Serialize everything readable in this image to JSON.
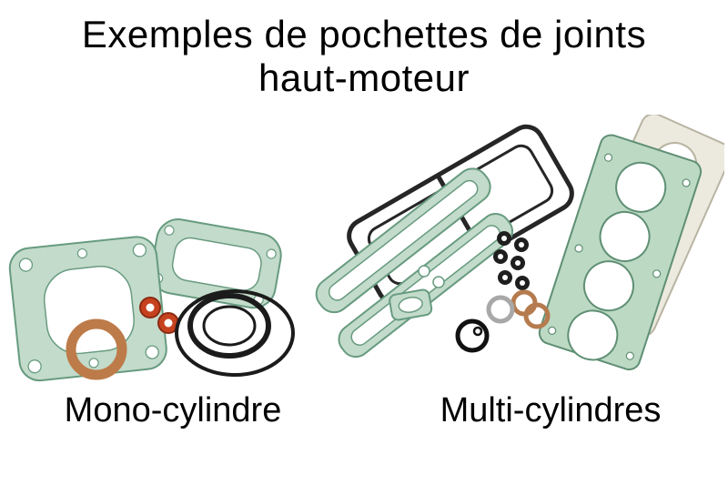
{
  "title": {
    "line1": "Exemples de pochettes de joints",
    "line2": "haut-moteur"
  },
  "figures": {
    "mono": {
      "caption": "Mono-cylindre",
      "image_name": "mono-cylinder-gasket-set"
    },
    "multi": {
      "caption": "Multi-cylindres",
      "image_name": "multi-cylinder-gasket-set"
    }
  },
  "colors": {
    "background": "#ffffff",
    "text": "#000000",
    "gasket_green_fill": "#c3dbca",
    "gasket_green_line": "#679b80",
    "gasket_beige_fill": "#eceadf",
    "gasket_beige_line": "#b9b4a2",
    "copper": "#bd7b49",
    "red_seal": "#c6421f",
    "black_rubber": "#1b1b1b"
  }
}
